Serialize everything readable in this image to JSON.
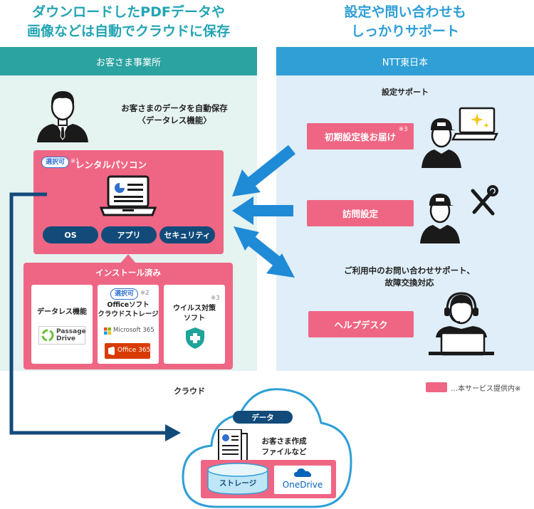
{
  "headlines": {
    "left_line1": "ダウンロードしたPDFデータや",
    "left_line2": "画像などは自動でクラウドに保存",
    "right_line1": "設定や問い合わせも",
    "right_line2": "しっかりサポート"
  },
  "office": {
    "header": "お客さま事業所",
    "auto_save_line1": "お客さまのデータを自動保存",
    "auto_save_line2": "〈データレス機能〉",
    "rental_badge": "選択可",
    "rental_note": "※1",
    "rental_title": "レンタルパソコン",
    "pills": [
      "OS",
      "アプリ",
      "セキュリティ"
    ],
    "installed_title": "インストール済み",
    "cards": {
      "dataless_label": "データレス機能",
      "passage_logo_line1": "Passage",
      "passage_logo_line2": "Drive",
      "office_badge": "選択可",
      "office_note": "※2",
      "office_line1": "Officeソフト",
      "office_line2": "クラウドストレージ",
      "microsoft_logo": "Microsoft 365",
      "office_logo": "Office 365",
      "virus_note": "※3",
      "virus_line1": "ウイルス対策",
      "virus_line2": "ソフト"
    }
  },
  "ntt": {
    "header": "NTT東日本",
    "setup_support": "設定サポート",
    "initial_setup": "初期設定後お届け",
    "initial_setup_note": "※3",
    "visit_setup": "訪問設定",
    "inquiry_line1": "ご利用中のお問い合わせサポート、",
    "inquiry_line2": "故障交換対応",
    "helpdesk": "ヘルプデスク"
  },
  "cloud": {
    "label": "クラウド",
    "data_label": "データ",
    "files_line1": "お客さま作成",
    "files_line2": "ファイルなど",
    "storage": "ストレージ",
    "onedrive_logo": "OneDrive"
  },
  "legend": {
    "text": "…本サービス提供内※"
  },
  "colors": {
    "service_pink": "#ef6684",
    "office_teal": "#2ba3a1",
    "ntt_blue": "#2f9fd6",
    "arrow_blue": "#1f8ad6",
    "navy": "#124b7a"
  }
}
